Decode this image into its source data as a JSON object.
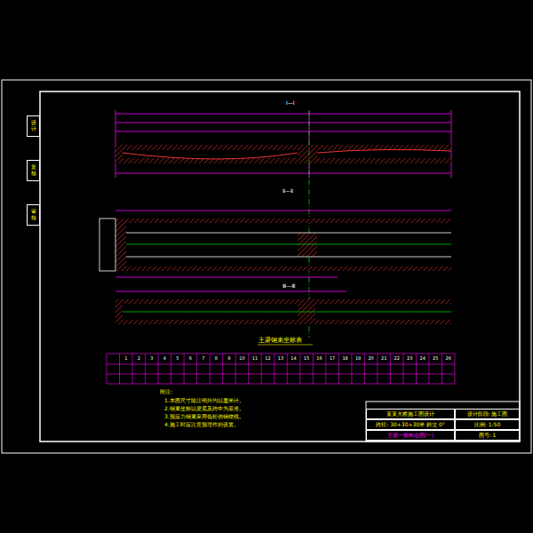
{
  "diagram": {
    "nodes": [
      {
        "text": [
          "设计"
        ]
      },
      {
        "text": [
          "复核"
        ]
      },
      {
        "text": [
          "审核"
        ]
      },
      {
        "text": [
          "某某大桥施工图设计"
        ]
      },
      {
        "text": [
          "跨径: 30+30+30米  斜交 0°"
        ]
      },
      {
        "text": [
          "主梁一般构造图(一)"
        ]
      },
      {
        "text": [
          "设计阶段: 施工图"
        ]
      },
      {
        "text": [
          "比例: 1:50"
        ]
      },
      {
        "text": [
          "图号: 1"
        ]
      }
    ],
    "labels": [
      "Ⅰ—Ⅰ",
      "Ⅱ—Ⅱ",
      "Ⅲ—Ⅲ",
      "主梁钢束坐标表",
      "附注:",
      "1.本图尺寸除注明外均以厘米计。",
      "2.钢束坐标以梁底及跨中为基准。",
      "3.预应力钢束采用低松弛钢绞线。",
      "4.施工时应注意预埋件的设置。",
      "1",
      "2",
      "3",
      "4",
      "5",
      "6",
      "7",
      "8",
      "9",
      "10",
      "11",
      "12",
      "13",
      "14",
      "15",
      "16",
      "17",
      "18",
      "19",
      "20",
      "21",
      "22",
      "23",
      "24",
      "25",
      "26"
    ]
  }
}
